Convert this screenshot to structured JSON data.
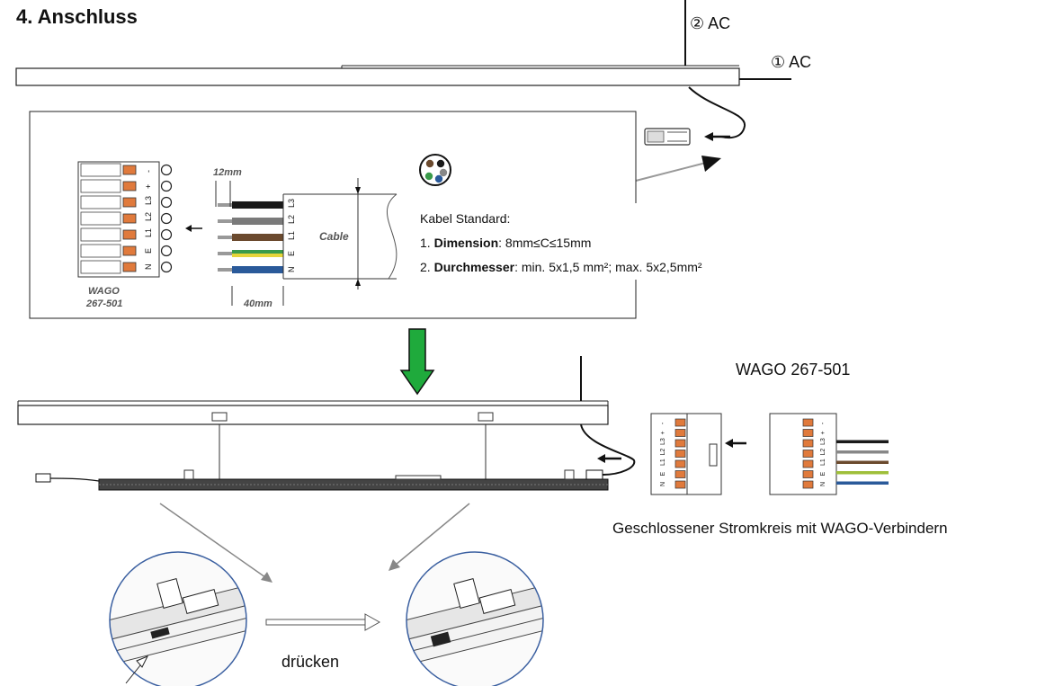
{
  "title": "4. Anschluss",
  "ac_labels": [
    {
      "marker": "②",
      "text": "AC"
    },
    {
      "marker": "①",
      "text": "AC"
    }
  ],
  "terminal_block": {
    "name_line1": "WAGO",
    "name_line2": "267-501",
    "pins": [
      "-",
      "+",
      "L3",
      "L2",
      "L1",
      "E",
      "N"
    ]
  },
  "cable": {
    "strip_length": "12mm",
    "sheath_length": "40mm",
    "label": "Cable",
    "wire_labels": [
      "L3",
      "L2",
      "L1",
      "E",
      "N"
    ],
    "wire_colors": [
      "#1a1a1a",
      "#7a7a7a",
      "#6b4a2e",
      "#9fbf3a",
      "#2a5a9a"
    ]
  },
  "spec": {
    "heading": "Kabel Standard:",
    "item1_num": "1.",
    "item1_key": "Dimension",
    "item1_val": ": 8mm≤C≤15mm",
    "item2_num": "2.",
    "item2_key": "Durchmesser",
    "item2_val": ": min. 5x1,5 mm²; max. 5x2,5mm²"
  },
  "wago_heading": "WAGO 267-501",
  "closed_circuit": "Geschlossener Stromkreis mit WAGO-Verbindern",
  "press_label": "drücken",
  "colors": {
    "arrow_green": "#1faa3c",
    "line_dark": "#111111",
    "circle_blue": "#3a5fa0"
  }
}
